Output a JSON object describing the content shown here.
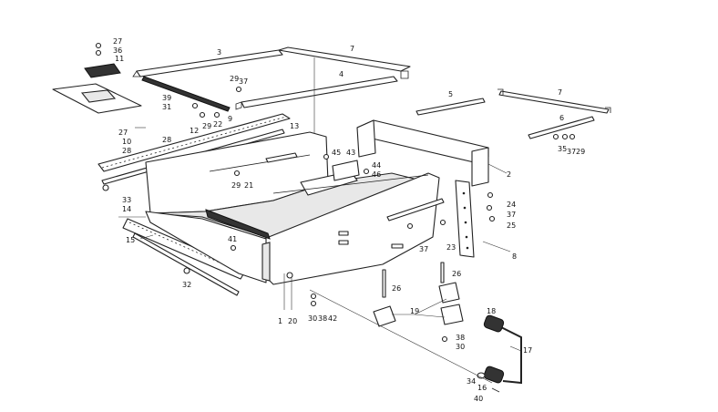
{
  "callouts": {
    "c1": "1",
    "c2": "2",
    "c3": "3",
    "c4": "4",
    "c5": "5",
    "c6": "6",
    "c7a": "7",
    "c7b": "7",
    "c8": "8",
    "c9": "9",
    "c10": "10",
    "c11": "11",
    "c12": "12",
    "c13": "13",
    "c14": "14",
    "c15": "15",
    "c16": "16",
    "c17": "17",
    "c18": "18",
    "c19": "19",
    "c20": "20",
    "c21": "21",
    "c22": "22",
    "c23": "23",
    "c24": "24",
    "c25": "25",
    "c26a": "26",
    "c26b": "26",
    "c27a": "27",
    "c27b": "27",
    "c28a": "28",
    "c28b": "28",
    "c29a": "29",
    "c29b": "29",
    "c29c": "29",
    "c29d": "29",
    "c30a": "30",
    "c30b": "30",
    "c31": "31",
    "c32": "32",
    "c33": "33",
    "c34": "34",
    "c35": "35",
    "c36": "36",
    "c37a": "37",
    "c37b": "37",
    "c37c": "37",
    "c37d": "37",
    "c38a": "38",
    "c38b": "38",
    "c39": "39",
    "c40": "40",
    "c41": "41",
    "c42": "42",
    "c43": "43",
    "c44": "44",
    "c45": "45",
    "c46": "46"
  }
}
